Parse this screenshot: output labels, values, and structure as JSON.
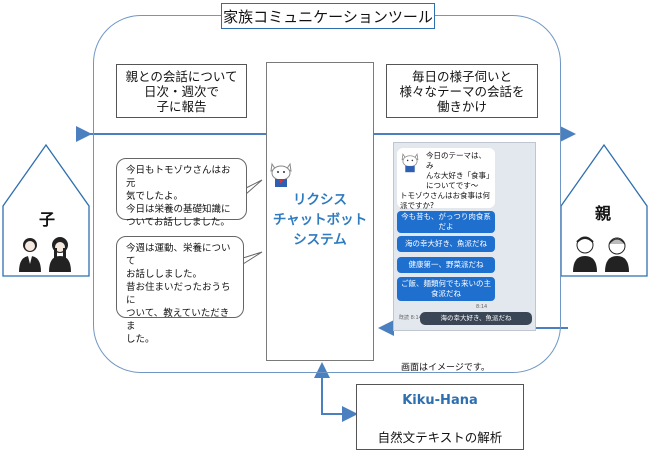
{
  "title": "家族コミュニケーションツール",
  "left_note": [
    "親との会話について",
    "日次・週次で",
    "子に報告"
  ],
  "right_note": [
    "毎日の様子伺いと",
    "様々なテーマの会話を",
    "働きかけ"
  ],
  "system_name": [
    "リクシス",
    "チャットボット",
    "システム"
  ],
  "child_label": "子",
  "parent_label": "親",
  "bubble1": [
    "今日もトモゾウさんはお元",
    "気でしたよ。",
    "今日は栄養の基礎知識に",
    "ついてお話ししました。"
  ],
  "bubble2": [
    "今週は運動、栄養について",
    "お話ししました。",
    "昔お住まいだったおうちに",
    "ついて、教えていただきま",
    "した。"
  ],
  "phone": {
    "question": [
      "今日のテーマは、み",
      "んな大好き「食事」",
      "についてです〜",
      "トモゾウさんはお食事は何",
      "派ですか?"
    ],
    "options": [
      [
        "今も昔も、がっつり肉食系",
        "だよ"
      ],
      [
        "海の幸大好き、魚派だね"
      ],
      [
        "健康第一、野菜派だね"
      ],
      [
        "ご飯、麺類何でも来いの主",
        "食派だね"
      ]
    ],
    "reply": "海の幸大好き、魚派だね",
    "reply_meta": "既読 8:14",
    "time": "8:14"
  },
  "caption": "画面はイメージです。",
  "kiku": {
    "name": "Kiku-Hana",
    "desc": "自然文テキストの解析"
  },
  "colors": {
    "accent": "#2e6fb0",
    "system_text": "#2e7bc0",
    "option_bg": "#1f6fcf",
    "arrow": "#4a7fc0"
  }
}
